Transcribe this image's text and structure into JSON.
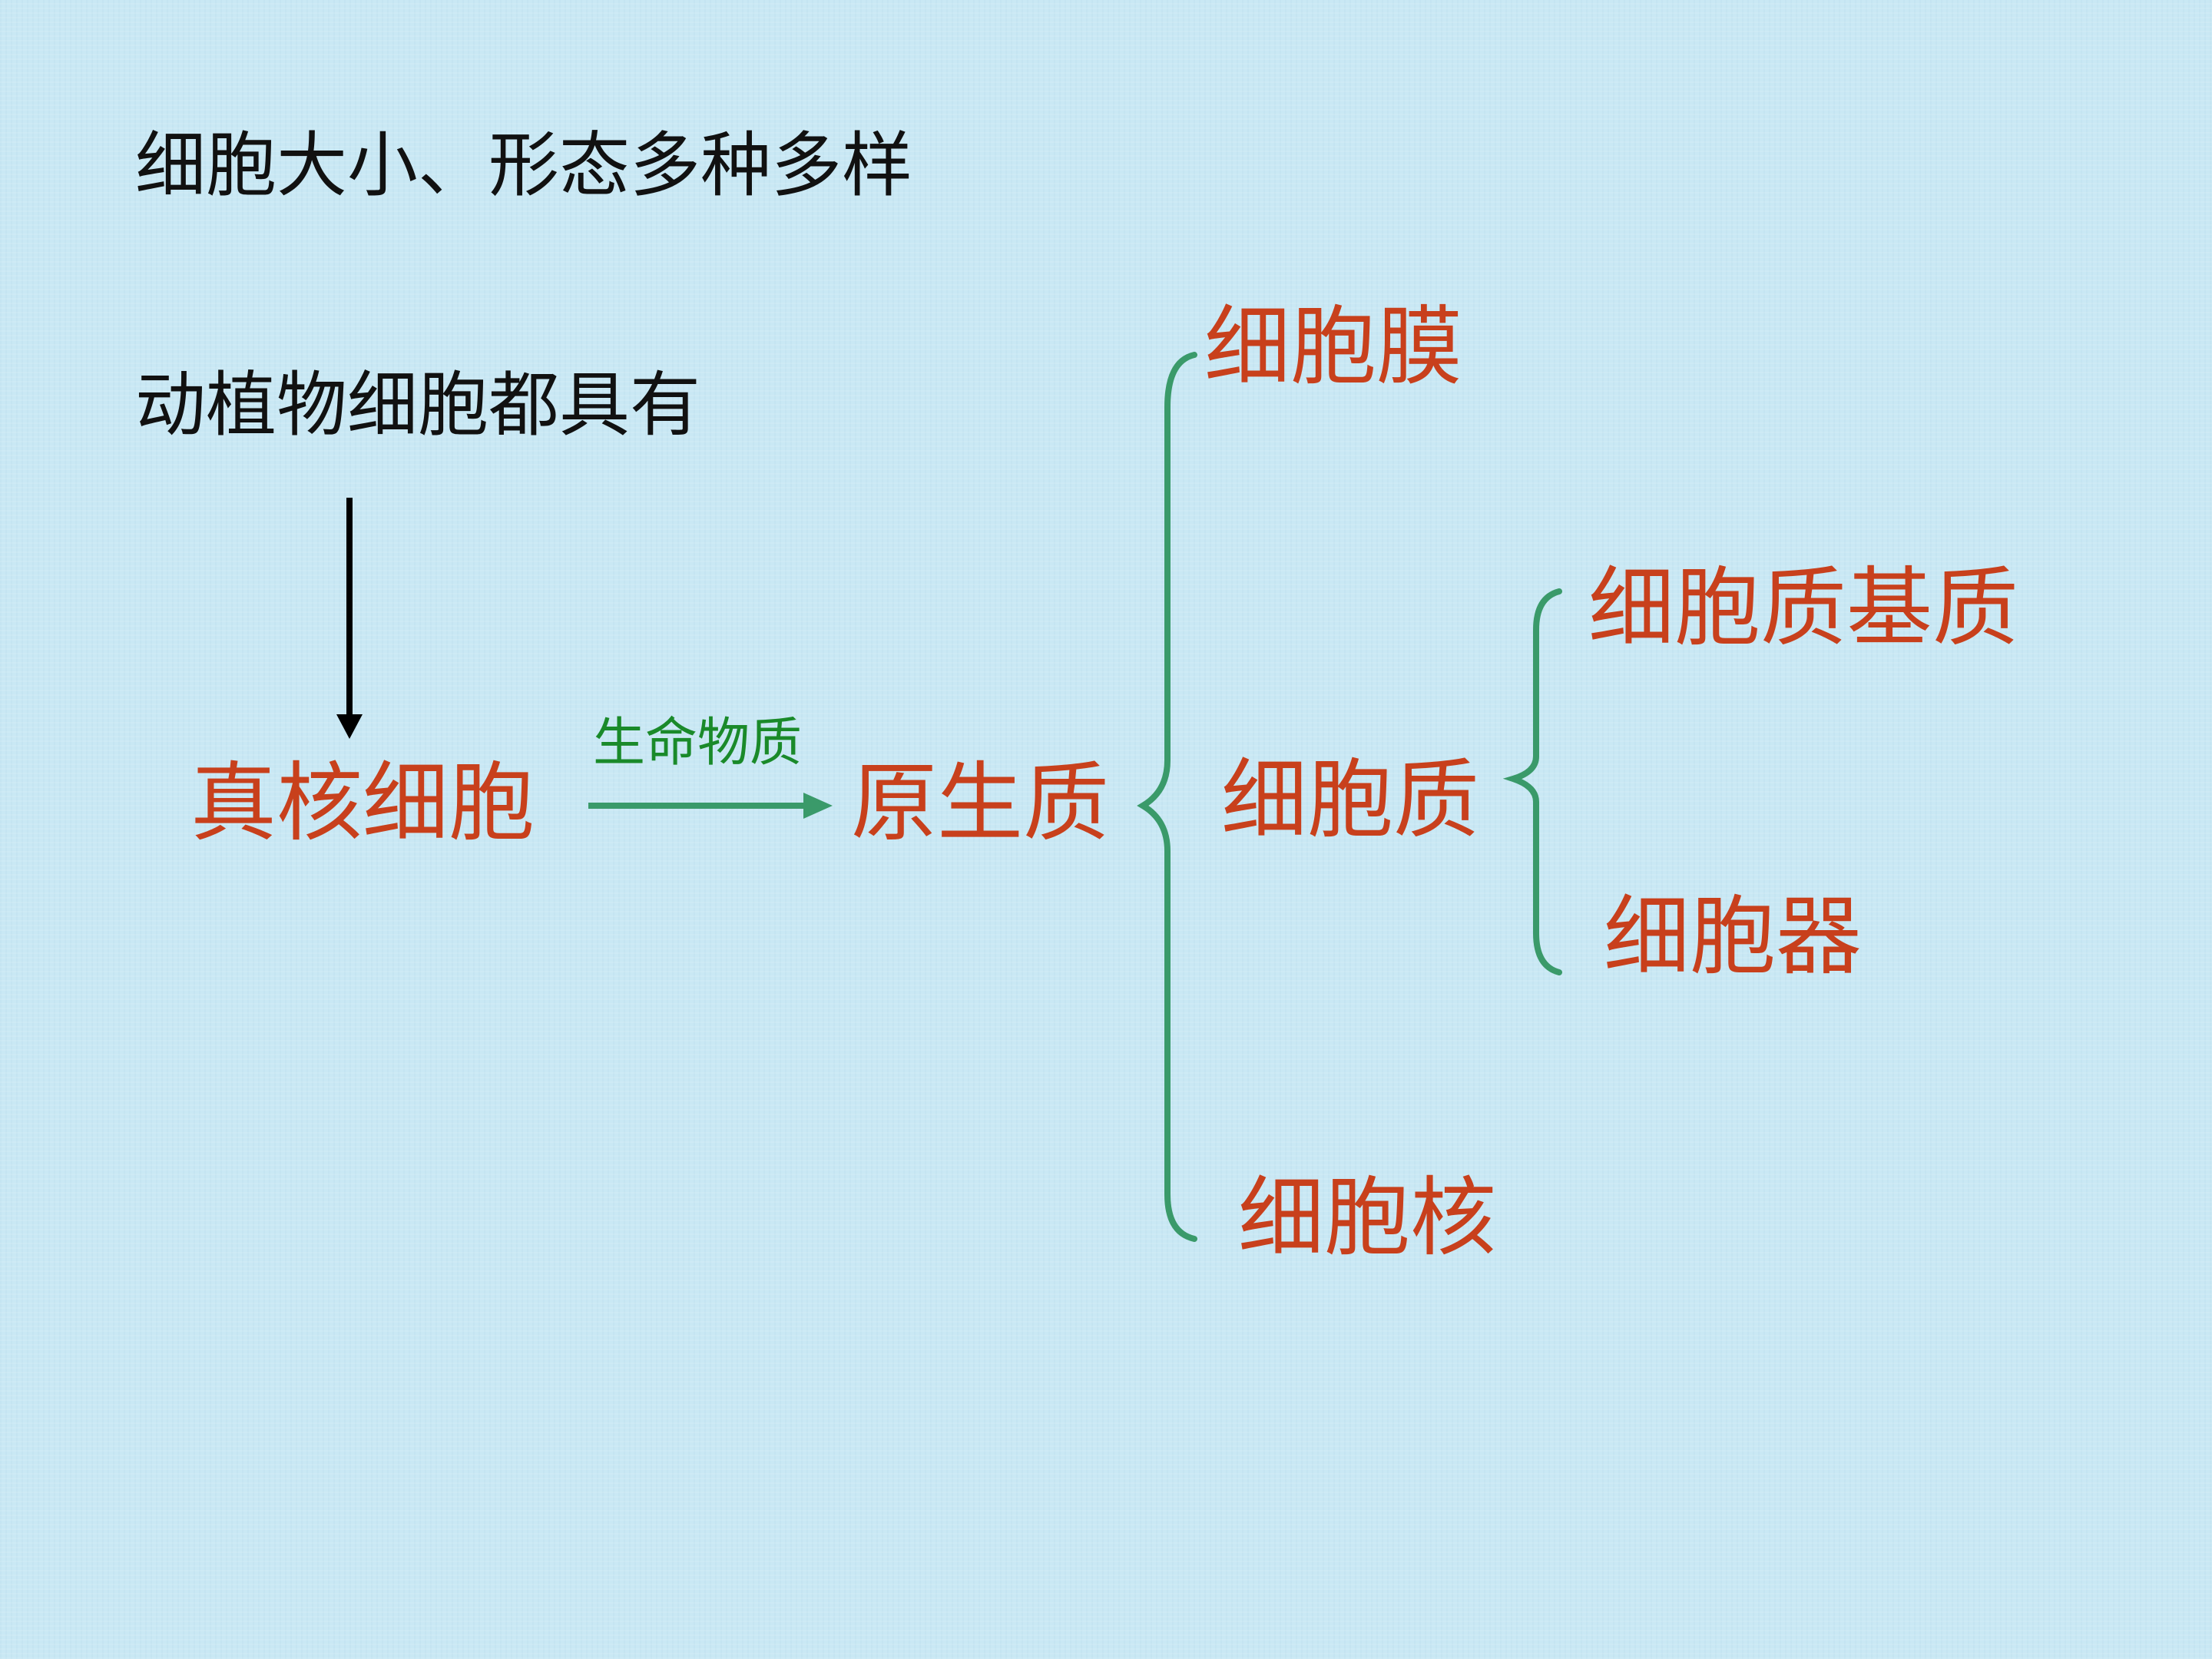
{
  "colors": {
    "background": "#c9e8f4",
    "black_text": "#111111",
    "red_text": "#c8401c",
    "green_label": "#1a8a2a",
    "brace": "#3a9a6a",
    "arrow_black": "#000000",
    "arrow_green": "#3a9a6a"
  },
  "heading": {
    "line1": "细胞大小、形态多种多样",
    "line2": "动植物细胞都具有"
  },
  "diagram": {
    "eukaryotic_cell": "真核细胞",
    "arrow_label": "生命物质",
    "protoplasm": "原生质",
    "cell_membrane": "细胞膜",
    "cytoplasm": "细胞质",
    "nucleus": "细胞核",
    "cytoplasmic_matrix": "细胞质基质",
    "organelles": "细胞器"
  }
}
